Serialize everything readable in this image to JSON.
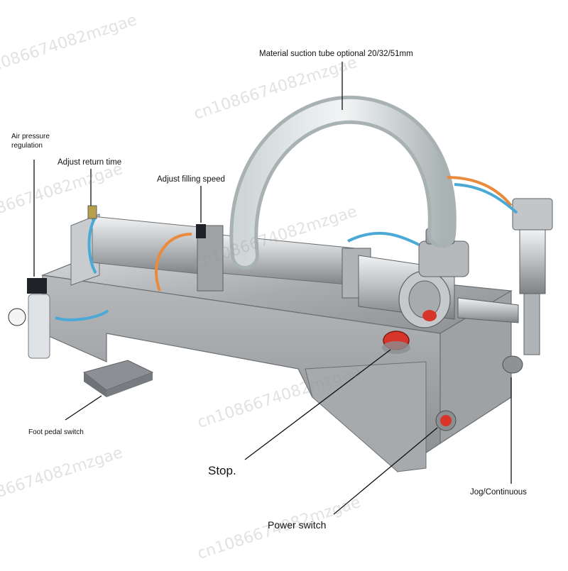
{
  "labels": {
    "material_tube": "Material suction tube optional 20/32/51mm",
    "air_pressure": "Air pressure regulation",
    "return_time": "Adjust return time",
    "filling_speed": "Adjust filling speed",
    "foot_pedal": "Foot pedal switch",
    "stop": "Stop.",
    "power_switch": "Power switch",
    "jog_continuous": "Jog/Continuous"
  },
  "watermark": "cn1086674082mzgae",
  "colors": {
    "steel": "#b9bcbf",
    "hose_blue": "#4aa9d6",
    "hose_orange": "#e98a3c",
    "stop_red": "#d8352a"
  }
}
